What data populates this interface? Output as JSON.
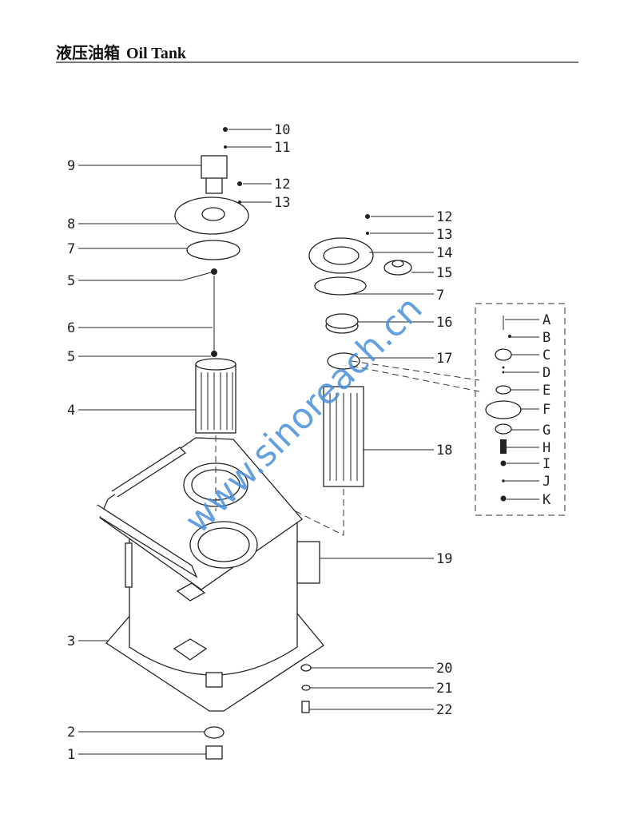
{
  "header": {
    "title_cn": "液压油箱",
    "title_en": "Oil Tank"
  },
  "watermark": "www.sinoreach.cn",
  "callouts_left": [
    "9",
    "8",
    "7",
    "5",
    "6",
    "5",
    "4",
    "3",
    "2",
    "1"
  ],
  "callouts_top": [
    "10",
    "11",
    "12",
    "13"
  ],
  "callouts_right": [
    "12",
    "13",
    "14",
    "15",
    "7",
    "16",
    "17",
    "18",
    "19",
    "20",
    "21",
    "22"
  ],
  "callouts_inset": [
    "A",
    "B",
    "C",
    "D",
    "E",
    "F",
    "G",
    "H",
    "I",
    "J",
    "K"
  ]
}
